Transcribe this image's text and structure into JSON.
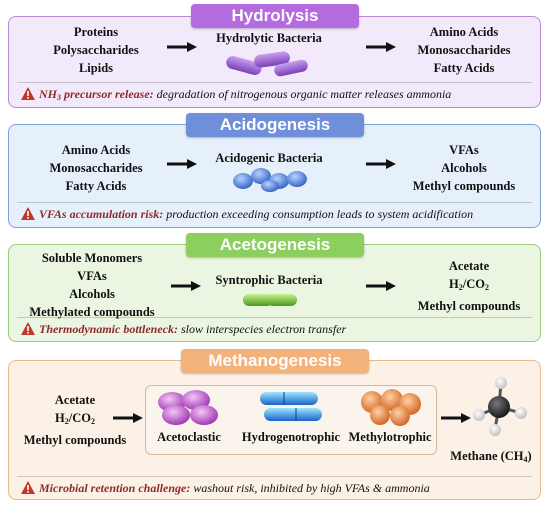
{
  "stages": {
    "hydrolysis": {
      "title": "Hydrolysis",
      "inputs": [
        "Proteins",
        "Polysaccharides",
        "Lipids"
      ],
      "agent": "Hydrolytic Bacteria",
      "outputs": [
        "Amino Acids",
        "Monosaccharides",
        "Fatty Acids"
      ],
      "note_bold": "NH3 precursor release:",
      "note_bold_pre": "NH",
      "note_bold_sub": "3",
      "note_bold_post": " precursor release:",
      "note_text": " degradation of nitrogenous organic matter releases ammonia"
    },
    "acidogenesis": {
      "title": "Acidogenesis",
      "inputs": [
        "Amino Acids",
        "Monosaccharides",
        "Fatty Acids"
      ],
      "agent": "Acidogenic Bacteria",
      "outputs": [
        "VFAs",
        "Alcohols",
        "Methyl compounds"
      ],
      "note_bold": "VFAs accumulation risk:",
      "note_text": " production exceeding consumption leads to system acidification"
    },
    "acetogenesis": {
      "title": "Acetogenesis",
      "inputs": [
        "Soluble Monomers",
        "VFAs",
        "Alcohols",
        "Methylated compounds"
      ],
      "agent": "Syntrophic Bacteria",
      "outputs": [
        "Acetate",
        "H2/CO2",
        "Methyl compounds"
      ],
      "note_bold": "Thermodynamic bottleneck:",
      "note_text": " slow interspecies electron transfer"
    },
    "methanogenesis": {
      "title": "Methanogenesis",
      "inputs": [
        "Acetate",
        "H2/CO2",
        "Methyl compounds"
      ],
      "pathways": [
        "Acetoclastic",
        "Hydrogenotrophic",
        "Methylotrophic"
      ],
      "product": "Methane (CH4)",
      "note_bold": "Microbial retention challenge:",
      "note_text": " washout risk, inhibited by high VFAs & ammonia"
    }
  },
  "colors": {
    "hydrolysis": "#b56be0",
    "acidogenesis": "#6f8fdb",
    "acetogenesis": "#8ccf5e",
    "methanogenesis": "#f2b27a"
  }
}
